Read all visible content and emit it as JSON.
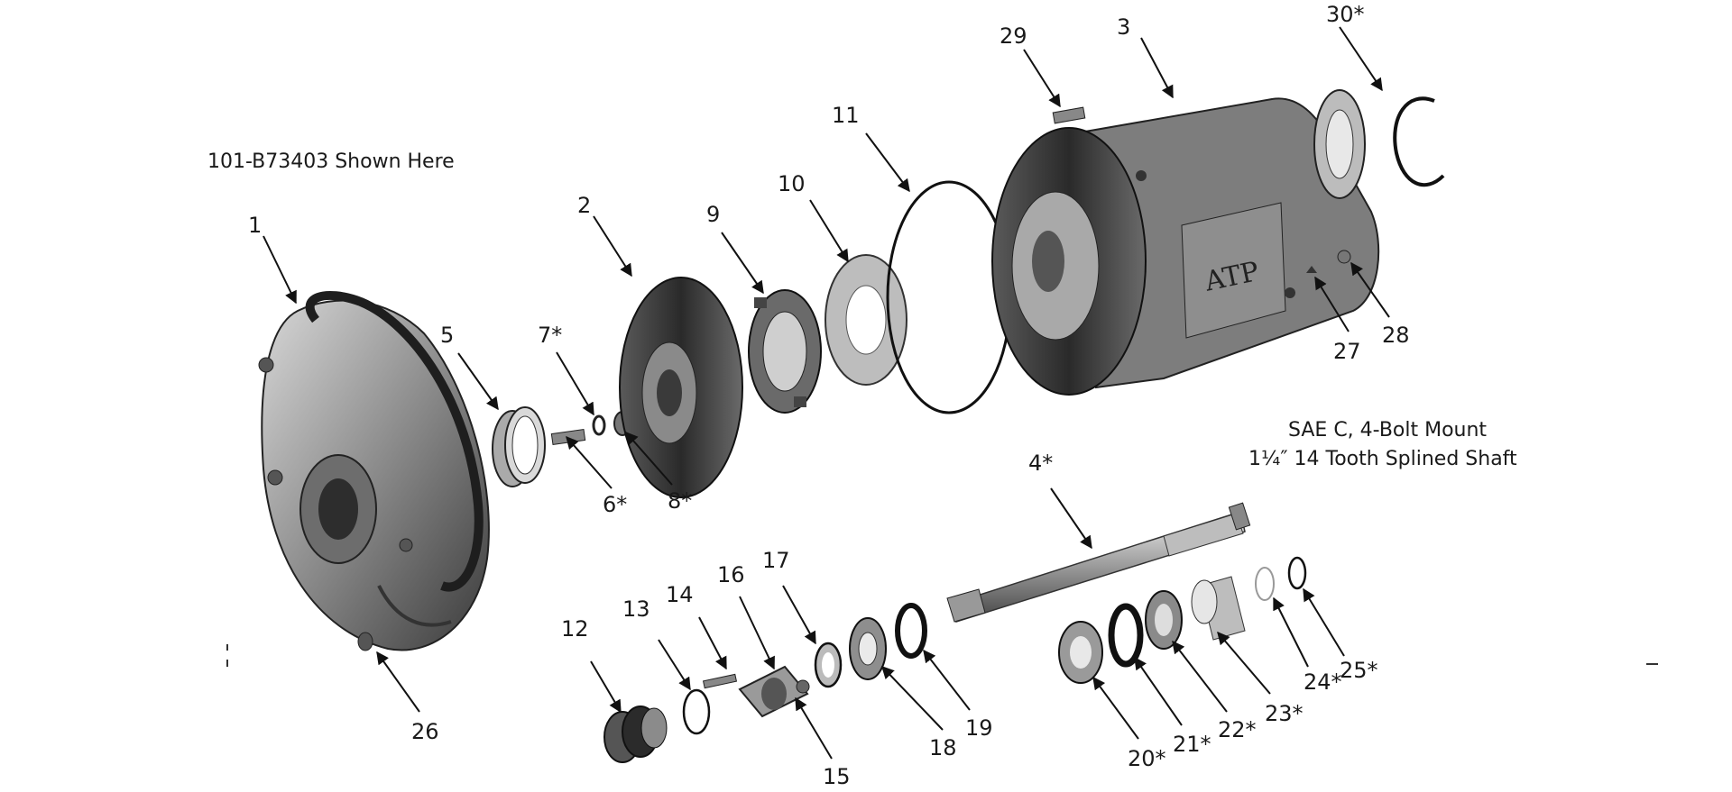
{
  "notes": {
    "model_note": "101-B73403 Shown Here",
    "mount_note": "SAE C, 4-Bolt Mount",
    "shaft_note": "1¼″ 14 Tooth Splined Shaft",
    "logo_text": "ATP"
  },
  "callouts": [
    {
      "id": "1",
      "label": "1"
    },
    {
      "id": "2",
      "label": "2"
    },
    {
      "id": "3",
      "label": "3"
    },
    {
      "id": "4",
      "label": "4*"
    },
    {
      "id": "5",
      "label": "5"
    },
    {
      "id": "6",
      "label": "6*"
    },
    {
      "id": "7",
      "label": "7*"
    },
    {
      "id": "8",
      "label": "8*"
    },
    {
      "id": "9",
      "label": "9"
    },
    {
      "id": "10",
      "label": "10"
    },
    {
      "id": "11",
      "label": "11"
    },
    {
      "id": "12",
      "label": "12"
    },
    {
      "id": "13",
      "label": "13"
    },
    {
      "id": "14",
      "label": "14"
    },
    {
      "id": "15",
      "label": "15"
    },
    {
      "id": "16",
      "label": "16"
    },
    {
      "id": "17",
      "label": "17"
    },
    {
      "id": "18",
      "label": "18"
    },
    {
      "id": "19",
      "label": "19"
    },
    {
      "id": "20",
      "label": "20*"
    },
    {
      "id": "21",
      "label": "21*"
    },
    {
      "id": "22",
      "label": "22*"
    },
    {
      "id": "23",
      "label": "23*"
    },
    {
      "id": "24",
      "label": "24*"
    },
    {
      "id": "25",
      "label": "25*"
    },
    {
      "id": "26",
      "label": "26"
    },
    {
      "id": "27",
      "label": "27"
    },
    {
      "id": "28",
      "label": "28"
    },
    {
      "id": "29",
      "label": "29"
    },
    {
      "id": "30",
      "label": "30*"
    }
  ]
}
